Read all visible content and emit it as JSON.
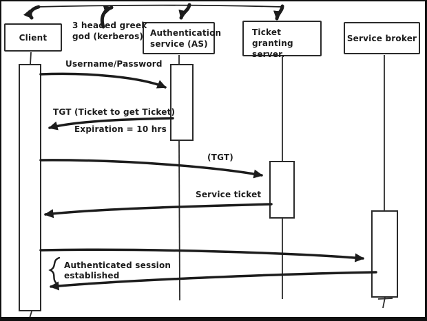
{
  "diagram": {
    "kind": "hand-drawn kerberos sequence diagram",
    "note": {
      "line1": "3 headed greek",
      "line2": "god (kerberos)"
    },
    "actors": {
      "client": {
        "label": "Client"
      },
      "auth_service": {
        "line1": "Authentication",
        "line2": "service (AS)"
      },
      "ticket_granting": {
        "line1": "Ticket granting",
        "line2": "server."
      },
      "service_broker": {
        "label": "Service broker"
      }
    },
    "messages": {
      "username_password": "Username/Password",
      "tgt": "TGT (Ticket to get Ticket)",
      "expiration": "Expiration = 10 hrs",
      "tgt_paren": "(TGT)",
      "service_ticket": "Service ticket",
      "session_line1": "Authenticated session",
      "session_line2": "established"
    },
    "colors": {
      "ink": "#1c1c1c",
      "background": "#ffffff",
      "frame": "#101010"
    }
  }
}
